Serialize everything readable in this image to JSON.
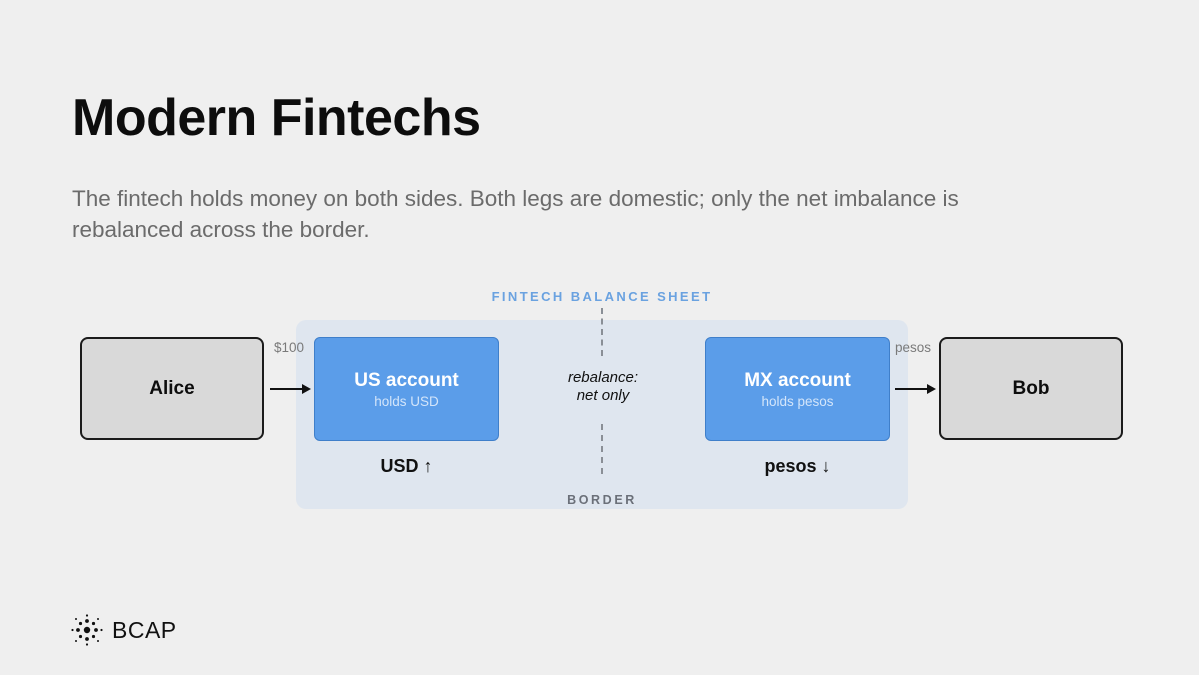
{
  "slide": {
    "title": "Modern Fintechs",
    "subtitle": "The fintech holds money on both sides. Both legs are domestic; only the net imbalance is rebalanced across the border."
  },
  "diagram": {
    "sheet_label": "FINTECH BALANCE SHEET",
    "border_label": "BORDER",
    "rebalance_line1": "rebalance:",
    "rebalance_line2": "net only",
    "sender": "Alice",
    "receiver": "Bob",
    "us_account": {
      "name": "US account",
      "sub": "holds USD",
      "flow": "USD ↑"
    },
    "mx_account": {
      "name": "MX account",
      "sub": "holds pesos",
      "flow": "pesos ↓"
    },
    "amount_in": "$100",
    "amount_out": "pesos"
  },
  "colors": {
    "background": "#efefef",
    "account_blue": "#5b9de9",
    "sheet_bg": "#dfe6ef",
    "sheet_label": "#6aa2e0",
    "party_fill": "#d9d9d9"
  },
  "brand": {
    "name": "BCAP",
    "icon": "sparkle-star-icon"
  }
}
